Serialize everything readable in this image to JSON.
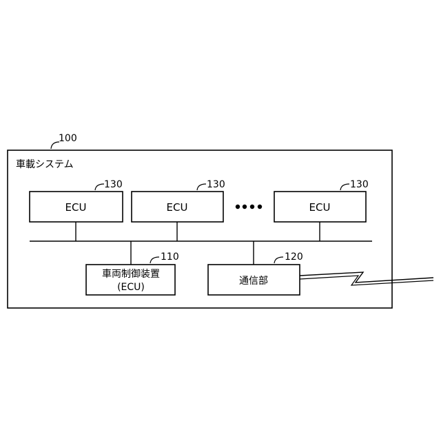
{
  "system": {
    "ref": "100",
    "title": "車載システム"
  },
  "ecus": [
    {
      "label": "ECU",
      "ref": "130"
    },
    {
      "label": "ECU",
      "ref": "130"
    },
    {
      "label": "ECU",
      "ref": "130"
    }
  ],
  "vehicle_control": {
    "ref": "110",
    "line1": "車両制御装置",
    "line2": "(ECU)"
  },
  "comm": {
    "ref": "120",
    "label": "通信部"
  },
  "colors": {
    "stroke": "#000000",
    "background": "#ffffff"
  }
}
